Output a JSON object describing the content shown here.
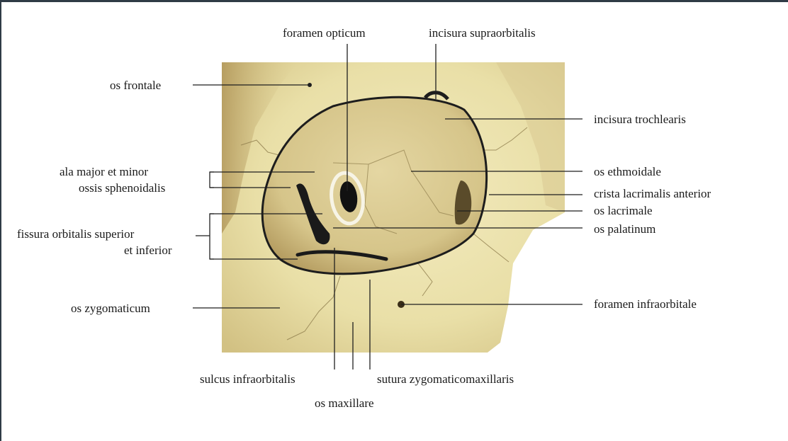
{
  "labels": {
    "foramen_opticum": "foramen opticum",
    "incisura_supraorbitalis": "incisura supraorbitalis",
    "os_frontale": "os frontale",
    "incisura_trochlearis": "incisura trochlearis",
    "ala_line1": "ala major et minor",
    "ala_line2": "ossis sphenoidalis",
    "os_ethmoidale": "os ethmoidale",
    "crista_lacrimalis_anterior": "crista lacrimalis anterior",
    "os_lacrimale": "os lacrimale",
    "fissura_line1": "fissura orbitalis superior",
    "fissura_line2": "et inferior",
    "os_palatinum": "os palatinum",
    "os_zygomaticum": "os zygomaticum",
    "foramen_infraorbitale": "foramen infraorbitale",
    "sulcus_infraorbitalis": "sulcus infraorbitalis",
    "sutura_zygomaticomaxillaris": "sutura zygomaticomaxillaris",
    "os_maxillare": "os maxillare"
  },
  "colors": {
    "bone_light": "#efe6b4",
    "bone_mid": "#ddd093",
    "bone_shadow": "#b59a59",
    "orbit_floor": "#d8c88c",
    "orbit_rim": "#1d1d1d",
    "frame": "#2f3b46"
  }
}
